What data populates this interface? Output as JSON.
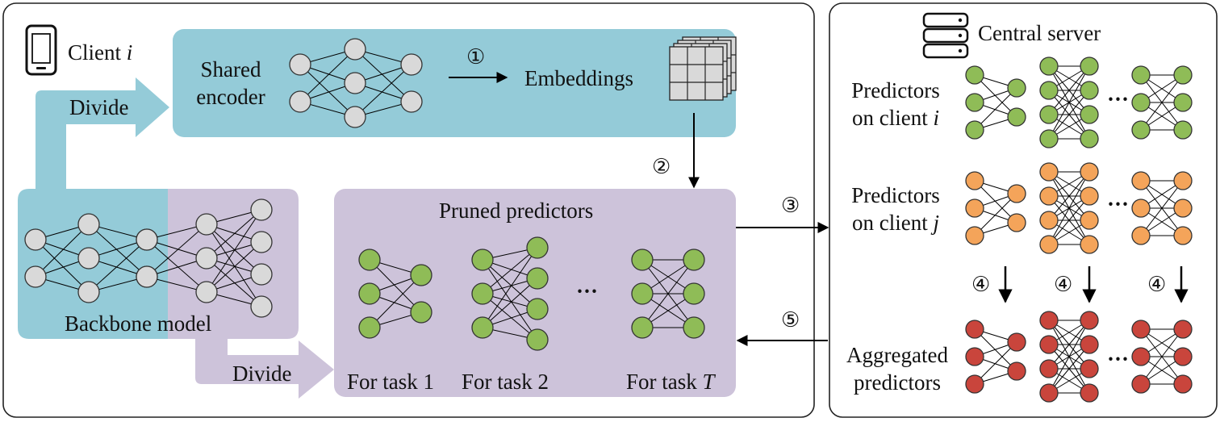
{
  "client": {
    "label": "Client",
    "label_var": "i",
    "divide_top": "Divide",
    "divide_bottom": "Divide",
    "shared_encoder": [
      "Shared",
      "encoder"
    ],
    "embeddings": "Embeddings",
    "backbone": "Backbone model",
    "pruned_predictors": "Pruned predictors",
    "ellipsis": "···",
    "task_labels": [
      "For task 1",
      "For task 2",
      "For task "
    ],
    "task_var": "T"
  },
  "steps": {
    "s1": "①",
    "s2": "②",
    "s3": "③",
    "s4": "④",
    "s5": "⑤"
  },
  "server": {
    "label": "Central server",
    "predictors_i": [
      "Predictors",
      "on client "
    ],
    "predictors_i_var": "i",
    "predictors_j": [
      "Predictors",
      "on client "
    ],
    "predictors_j_var": "j",
    "aggregated": [
      "Aggregated",
      "predictors"
    ],
    "ellipsis": "···"
  },
  "colors": {
    "encoder_fill": "#94cbd8",
    "predictor_fill": "#cdc3da",
    "node_gray": "#d9d9d9",
    "node_green": "#8fbc57",
    "node_orange": "#f4a45a",
    "node_red": "#c9453c",
    "line": "#000000"
  }
}
